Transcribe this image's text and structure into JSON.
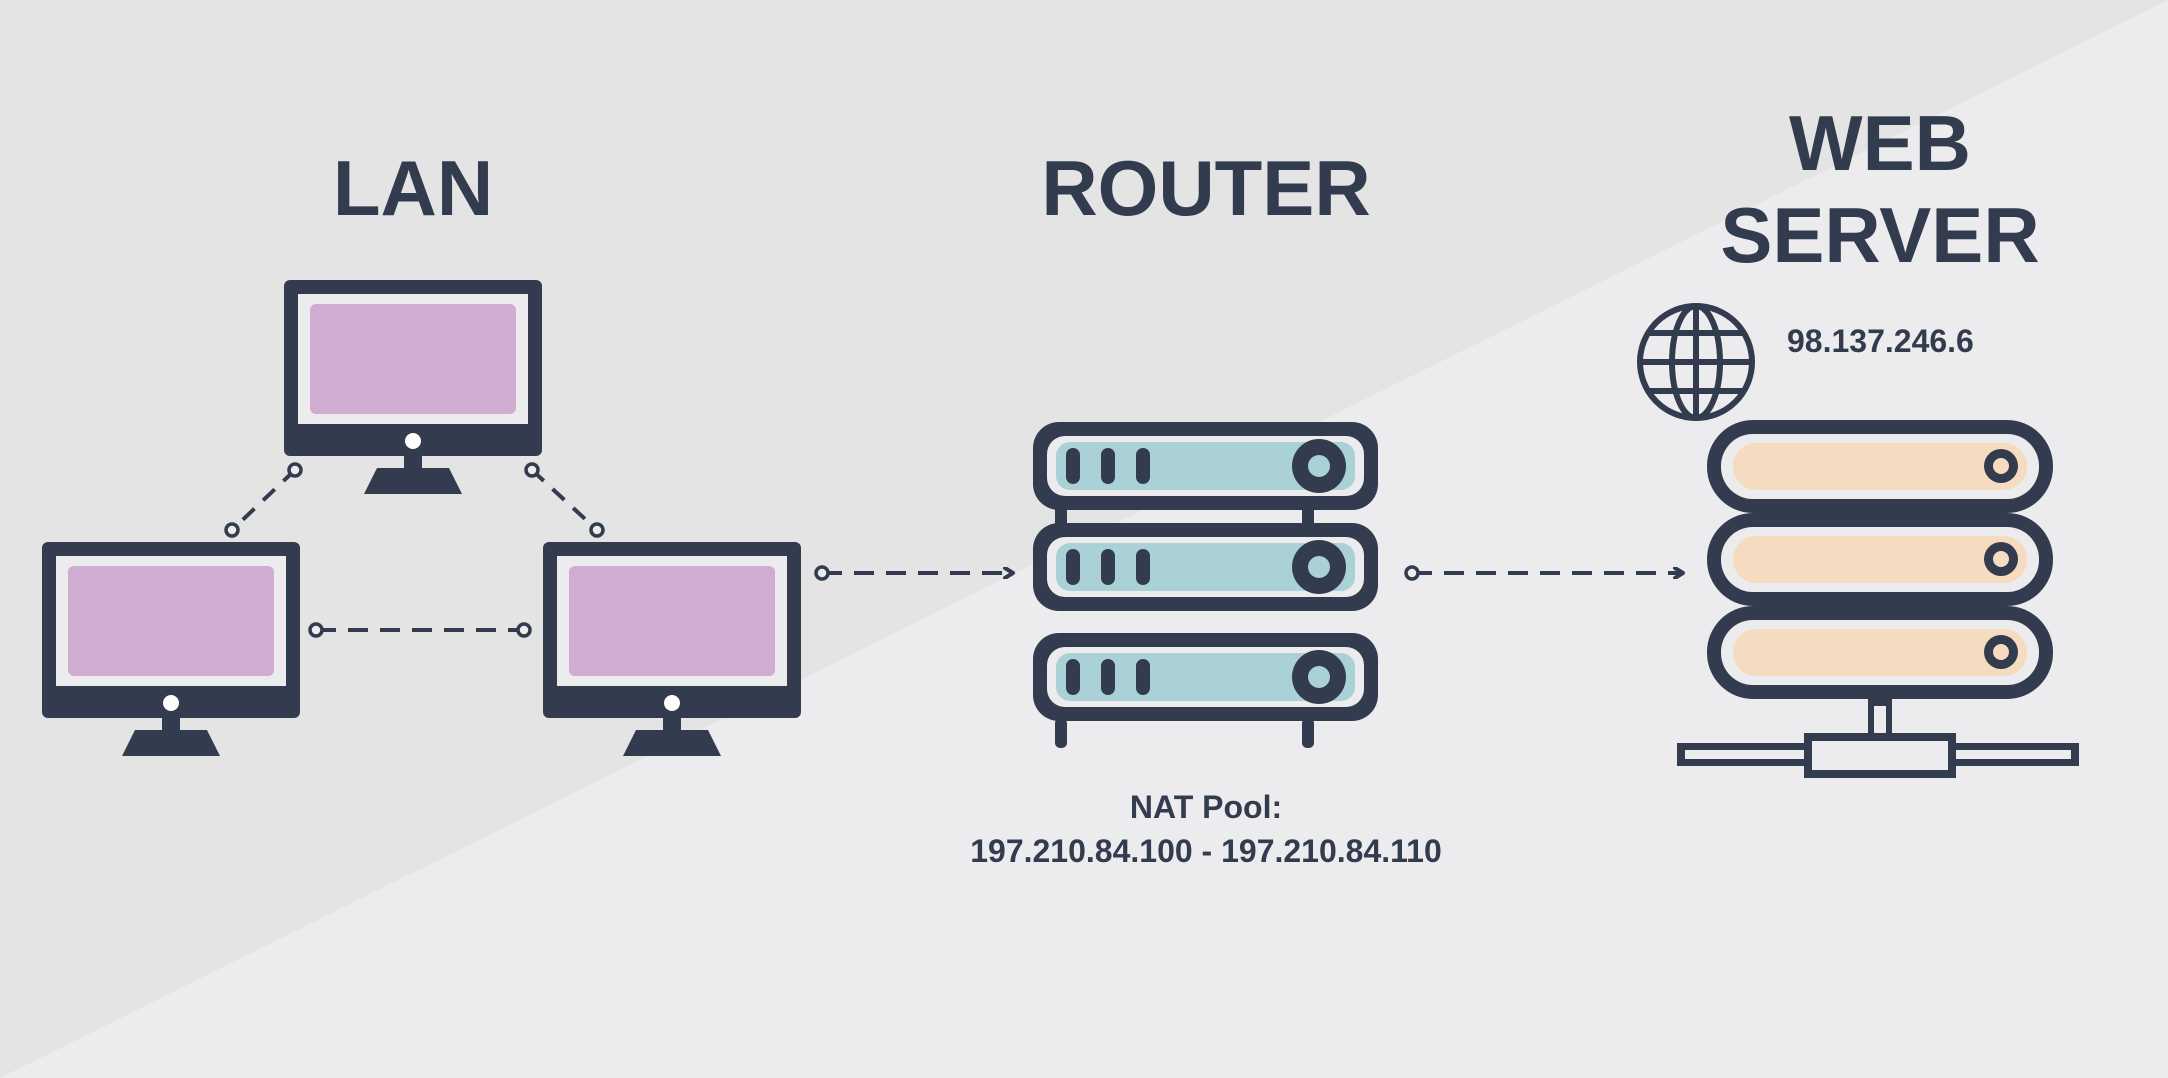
{
  "diagram": {
    "lan_title": "LAN",
    "router_title": "ROUTER",
    "server_title_line1": "WEB",
    "server_title_line2": "SERVER",
    "server_ip": "98.137.246.6",
    "nat_label": "NAT Pool:",
    "nat_range": "197.210.84.100 - 197.210.84.110"
  },
  "colors": {
    "background": "#e4e4e5",
    "outline": "#323c4e",
    "lan_screen": "#d0acd1",
    "router_slot": "#a9d1d6",
    "server_slot": "#f5dcc0"
  }
}
